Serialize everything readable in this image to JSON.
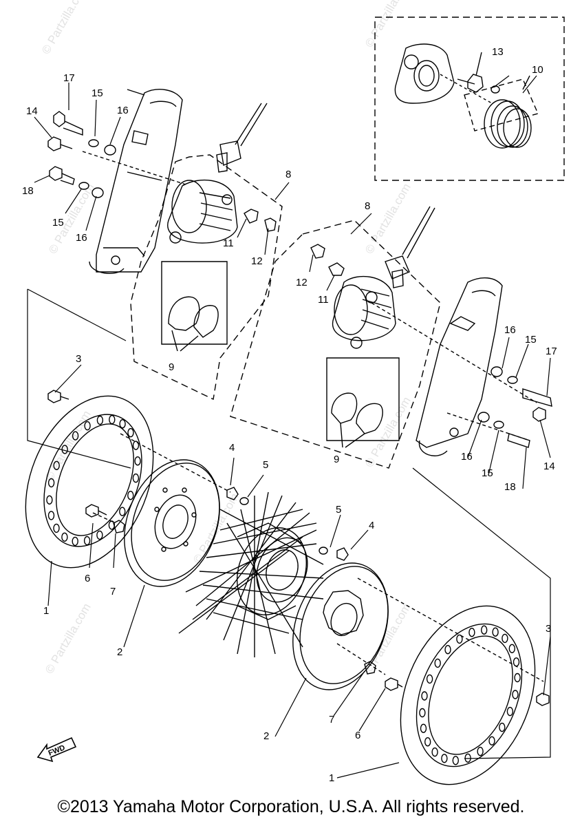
{
  "diagram": {
    "callouts": {
      "c1a": "1",
      "c2a": "2",
      "c3a": "3",
      "c4a": "4",
      "c5a": "5",
      "c6a": "6",
      "c7a": "7",
      "c8a": "8",
      "c9a": "9",
      "c11a": "11",
      "c12a": "12",
      "c14a": "14",
      "c15a": "15",
      "c16a": "16",
      "c17a": "17",
      "c18a": "18",
      "c15b": "15",
      "c16b": "16",
      "c1b": "1",
      "c2b": "2",
      "c3b": "3",
      "c4b": "4",
      "c5b": "5",
      "c6b": "6",
      "c7b": "7",
      "c8b": "8",
      "c9b": "9",
      "c11b": "11",
      "c12b": "12",
      "c14b": "14",
      "c15c": "15",
      "c16c": "16",
      "c17b": "17",
      "c18b": "18",
      "c15d": "15",
      "c16d": "16",
      "c10": "10",
      "c13": "13"
    },
    "fwd_label": "FWD",
    "watermark": "© Partzilla.com",
    "copyright": "©2013 Yamaha Motor Corporation, U.S.A. All rights reserved."
  },
  "colors": {
    "ink": "#000000",
    "background": "#ffffff",
    "watermark": "#e2e2e2"
  }
}
